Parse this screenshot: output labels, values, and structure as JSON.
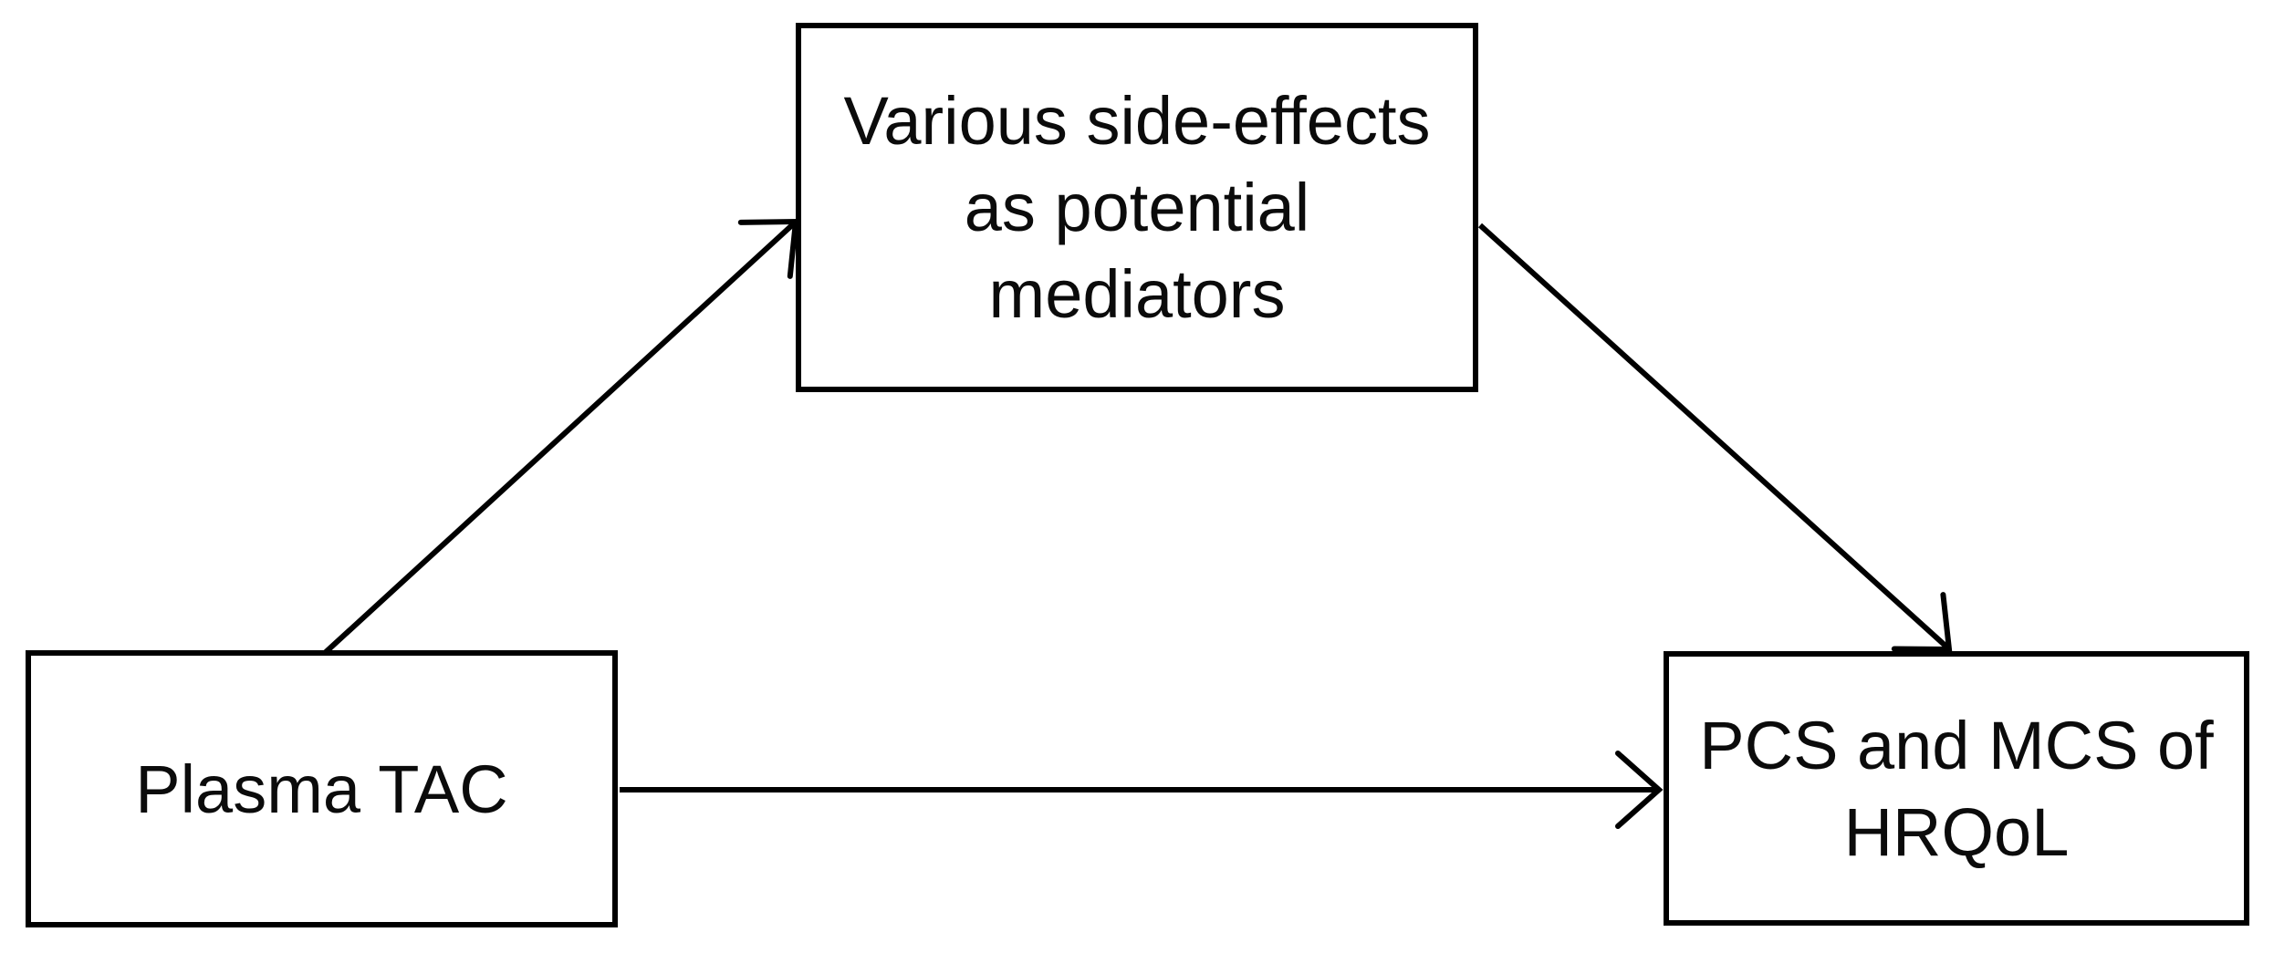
{
  "diagram": {
    "type": "mediation-path-diagram",
    "nodes": [
      {
        "id": "plasma-tac",
        "label": "Plasma TAC",
        "lines": [
          "Plasma TAC"
        ]
      },
      {
        "id": "mediators",
        "label": "Various side-effects as potential mediators",
        "lines": [
          "Various side-effects",
          "as potential",
          "mediators"
        ]
      },
      {
        "id": "hrqol",
        "label": "PCS and MCS of HRQoL",
        "lines": [
          "PCS and MCS of",
          "HRQoL"
        ]
      }
    ],
    "edges": [
      {
        "from": "plasma-tac",
        "to": "mediators",
        "style": "straight-arrow"
      },
      {
        "from": "mediators",
        "to": "hrqol",
        "style": "straight-arrow"
      },
      {
        "from": "plasma-tac",
        "to": "hrqol",
        "style": "straight-arrow"
      }
    ],
    "colors": {
      "background": "#ffffff",
      "fill": "#ffffff",
      "border": "#000000",
      "line": "#000000",
      "text": "#0b0b0b"
    }
  }
}
